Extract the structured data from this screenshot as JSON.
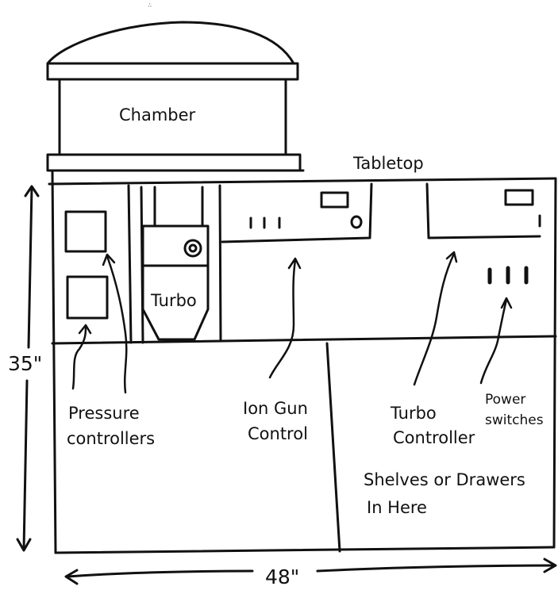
{
  "labels": {
    "chamber": "Chamber",
    "tabletop": "Tabletop",
    "turbo": "Turbo",
    "pressure_line1": "Pressure",
    "pressure_line2": "controllers",
    "ion_line1": "Ion Gun",
    "ion_line2": "Control",
    "turbo_ctrl_line1": "Turbo",
    "turbo_ctrl_line2": "Controller",
    "power_line1": "Power",
    "power_line2": "switches",
    "shelves_line1": "Shelves or Drawers",
    "shelves_line2": "In Here",
    "height_dim": "35\"",
    "width_dim": "48\"",
    "ion_panel_switches": "111",
    "ion_panel_knob": "0",
    "turbo_panel_indicator": "1"
  },
  "colors": {
    "ink": "#111111",
    "paper": "#ffffff"
  }
}
